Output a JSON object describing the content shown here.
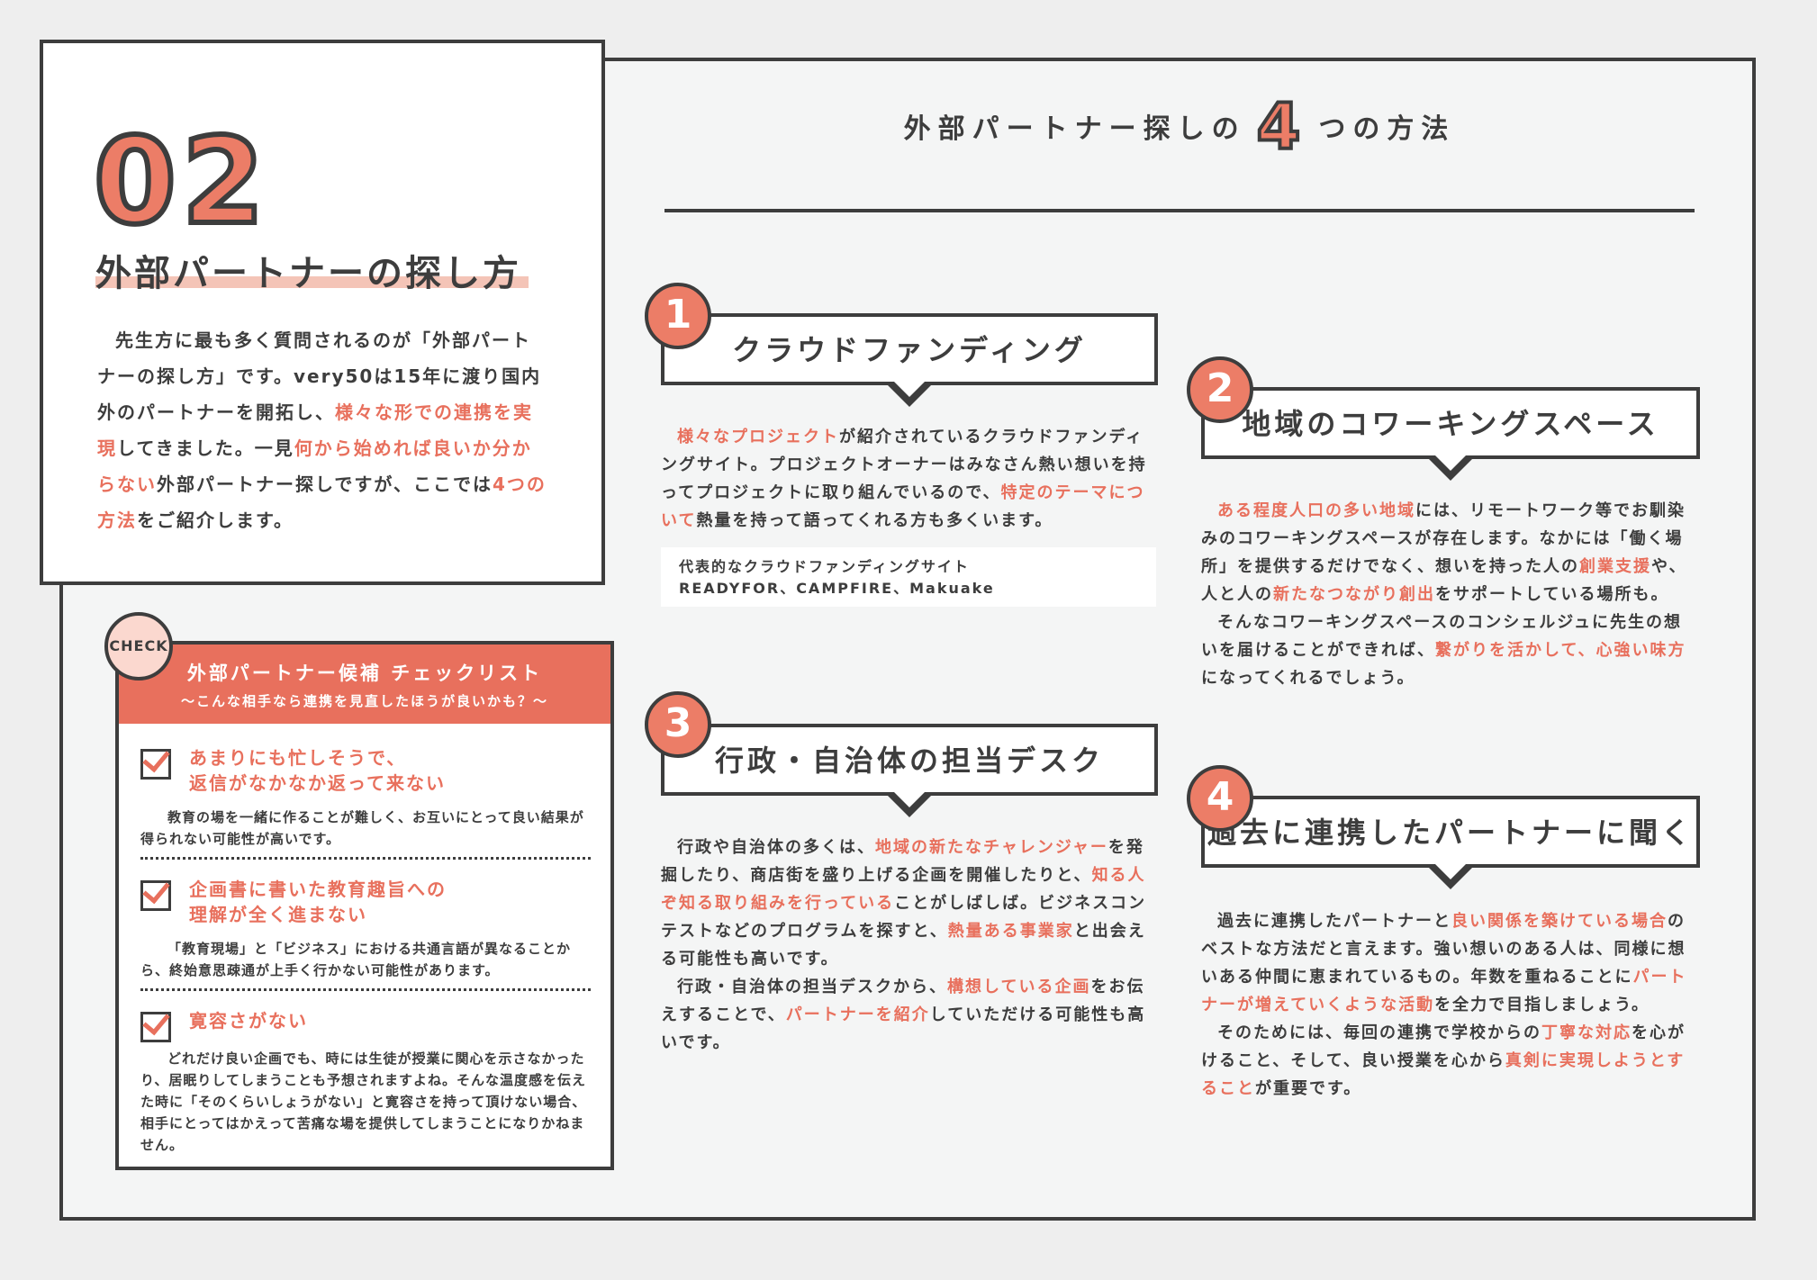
{
  "intro": {
    "number": "02",
    "title": "外部パートナーの探し方",
    "text_parts": [
      {
        "t": "先生方に最も多く質問されるのが「外部パートナーの探し方」です。very50は15年に渡り国内外のパートナーを開拓し、",
        "hl": false
      },
      {
        "t": "様々な形での連携を実現",
        "hl": true
      },
      {
        "t": "してきました。一見",
        "hl": false
      },
      {
        "t": "何から始めれば良いか分からない",
        "hl": true
      },
      {
        "t": "外部パートナー探しですが、ここでは",
        "hl": false
      },
      {
        "t": "4つの方法",
        "hl": true
      },
      {
        "t": "をご紹介します。",
        "hl": false
      }
    ]
  },
  "main": {
    "title_before": "外部パートナー探しの",
    "title_number": "4",
    "title_after": "つの方法"
  },
  "methods": [
    {
      "number": "1",
      "title": "クラウドファンディング",
      "text_parts": [
        {
          "t": "様々なプロジェクト",
          "hl": true
        },
        {
          "t": "が紹介されているクラウドファンディングサイト。プロジェクトオーナーはみなさん熱い想いを持ってプロジェクトに取り組んでいるので、",
          "hl": false
        },
        {
          "t": "特定のテーマについて",
          "hl": true
        },
        {
          "t": "熱量を持って語ってくれる方も多くいます。",
          "hl": false
        }
      ],
      "note_label": "代表的なクラウドファンディングサイト",
      "note_value": "READYFOR、CAMPFIRE、Makuake"
    },
    {
      "number": "2",
      "title": "地域のコワーキングスペース",
      "text_parts": [
        {
          "t": "ある程度人口の多い地域",
          "hl": true
        },
        {
          "t": "には、リモートワーク等でお馴染みのコワーキングスペースが存在します。なかには「働く場所」を提供するだけでなく、想いを持った人の",
          "hl": false
        },
        {
          "t": "創業支援",
          "hl": true
        },
        {
          "t": "や、人と人の",
          "hl": false
        },
        {
          "t": "新たなつながり創出",
          "hl": true
        },
        {
          "t": "をサポートしている場所も。",
          "hl": false
        }
      ],
      "text_parts_2": [
        {
          "t": "そんなコワーキングスペースのコンシェルジュに先生の想いを届けることができれば、",
          "hl": false
        },
        {
          "t": "繋がりを活かして、心強い味方",
          "hl": true
        },
        {
          "t": "になってくれるでしょう。",
          "hl": false
        }
      ]
    },
    {
      "number": "3",
      "title": "行政・自治体の担当デスク",
      "text_parts": [
        {
          "t": "行政や自治体の多くは、",
          "hl": false
        },
        {
          "t": "地域の新たなチャレンジャー",
          "hl": true
        },
        {
          "t": "を発掘したり、商店街を盛り上げる企画を開催したりと、",
          "hl": false
        },
        {
          "t": "知る人ぞ知る取り組みを行っている",
          "hl": true
        },
        {
          "t": "ことがしばしば。ビジネスコンテストなどのプログラムを探すと、",
          "hl": false
        },
        {
          "t": "熱量ある事業家",
          "hl": true
        },
        {
          "t": "と出会える可能性も高いです。",
          "hl": false
        }
      ],
      "text_parts_2": [
        {
          "t": "行政・自治体の担当デスクから、",
          "hl": false
        },
        {
          "t": "構想している企画",
          "hl": true
        },
        {
          "t": "をお伝えすることで、",
          "hl": false
        },
        {
          "t": "パートナーを紹介",
          "hl": true
        },
        {
          "t": "していただける可能性も高いです。",
          "hl": false
        }
      ]
    },
    {
      "number": "4",
      "title": "過去に連携したパートナーに聞く",
      "text_parts": [
        {
          "t": "過去に連携したパートナーと",
          "hl": false
        },
        {
          "t": "良い関係を築けている場合",
          "hl": true
        },
        {
          "t": "のベストな方法だと言えます。強い想いのある人は、同様に想いある仲間に恵まれているもの。年数を重ねることに",
          "hl": false
        },
        {
          "t": "パートナーが増えていくような活動",
          "hl": true
        },
        {
          "t": "を全力で目指しましょう。",
          "hl": false
        }
      ],
      "text_parts_2": [
        {
          "t": "そのためには、毎回の連携で学校からの",
          "hl": false
        },
        {
          "t": "丁寧な対応",
          "hl": true
        },
        {
          "t": "を心がけること、そして、良い授業を心から",
          "hl": false
        },
        {
          "t": "真剣に実現しようとすること",
          "hl": true
        },
        {
          "t": "が重要です。",
          "hl": false
        }
      ]
    }
  ],
  "checklist": {
    "badge": "CHECK",
    "title": "外部パートナー候補 チェックリスト",
    "subtitle": "〜こんな相手なら連携を見直したほうが良いかも？〜",
    "items": [
      {
        "title_line1": "あまりにも忙しそうで、",
        "title_line2": "返信がなかなか返って来ない",
        "desc": "教育の場を一緒に作ることが難しく、お互いにとって良い結果が得られない可能性が高いです。"
      },
      {
        "title_line1": "企画書に書いた教育趣旨への",
        "title_line2": "理解が全く進まない",
        "desc": "「教育現場」と「ビジネス」における共通言語が異なることから、終始意思疎通が上手く行かない可能性があります。"
      },
      {
        "title_line1": "寛容さがない",
        "title_line2": "",
        "desc": "どれだけ良い企画でも、時には生徒が授業に関心を示さなかったり、居眠りしてしまうことも予想されますよね。そんな温度感を伝えた時に「そのくらいしょうがない」と寛容さを持って頂けない場合、相手にとってはかえって苦痛な場を提供してしまうことになりかねません。"
      }
    ]
  },
  "colors": {
    "accent": "#e8705d",
    "dark": "#3d3d3d",
    "pale_accent": "#f4c4b7"
  }
}
